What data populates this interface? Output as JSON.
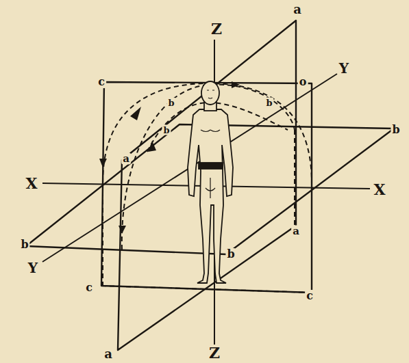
{
  "diagram": {
    "labels": [
      "Z",
      "a",
      "c",
      "o",
      "Y",
      "b",
      "X",
      "a",
      "b",
      "X",
      "b",
      "a",
      "b",
      "Y",
      "c",
      "c",
      "a",
      "Z",
      "b",
      "b"
    ]
  }
}
